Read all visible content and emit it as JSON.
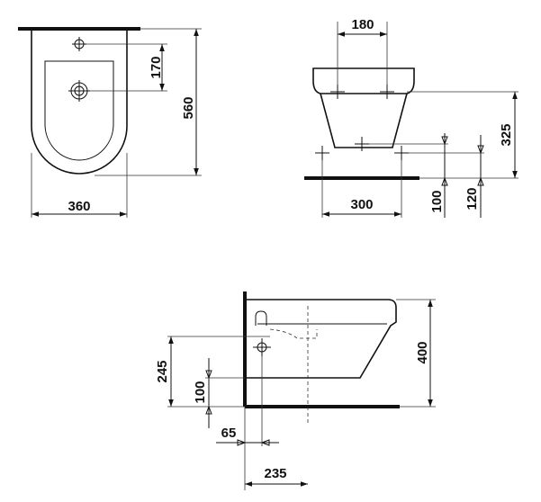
{
  "views": {
    "front": {
      "dimensions": {
        "height": "560",
        "width": "360",
        "tap_to_drain": "170"
      }
    },
    "top": {
      "dimensions": {
        "fixing_centres": "180",
        "drain_spacing": "300",
        "height_325": "325",
        "height_120": "120",
        "height_100": "100"
      }
    },
    "side": {
      "dimensions": {
        "height": "400",
        "height_245": "245",
        "height_100": "100",
        "offset_65": "65",
        "offset_235": "235"
      }
    }
  }
}
